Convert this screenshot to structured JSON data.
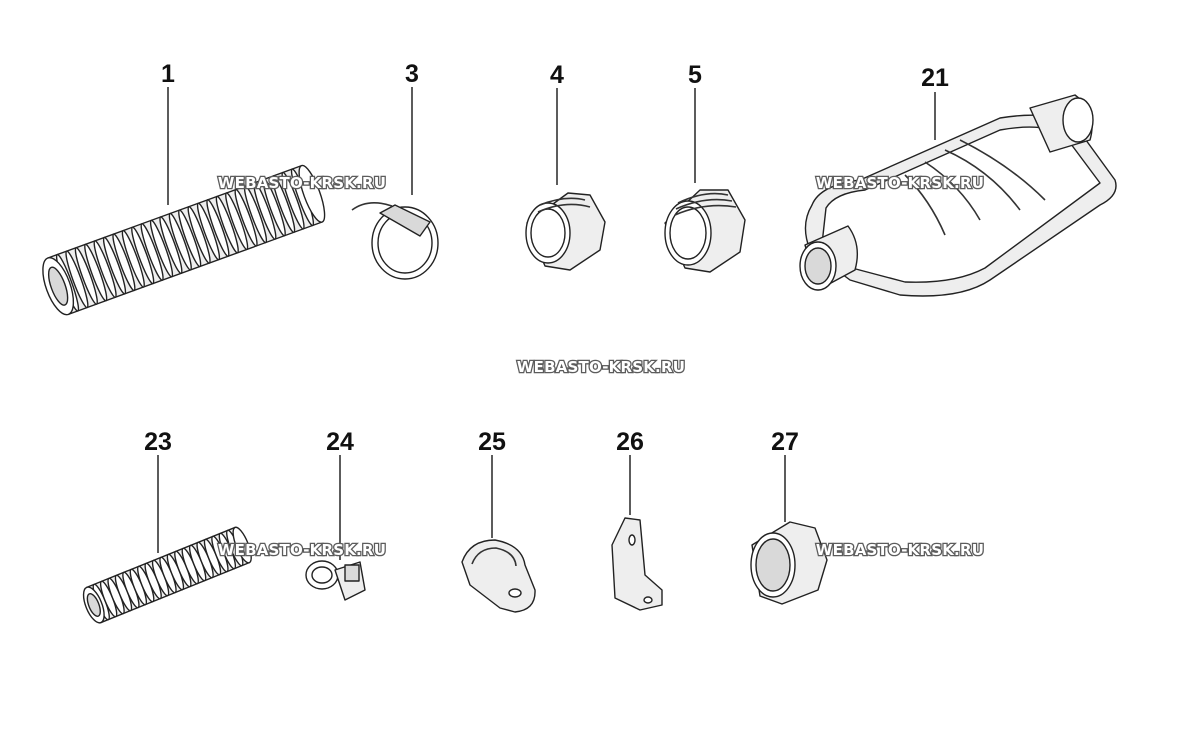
{
  "diagram": {
    "parts": [
      {
        "id": "1"
      },
      {
        "id": "3"
      },
      {
        "id": "4"
      },
      {
        "id": "5"
      },
      {
        "id": "21"
      },
      {
        "id": "23"
      },
      {
        "id": "24"
      },
      {
        "id": "25"
      },
      {
        "id": "26"
      },
      {
        "id": "27"
      }
    ],
    "watermark": "WEBASTO-KRSK.RU"
  }
}
